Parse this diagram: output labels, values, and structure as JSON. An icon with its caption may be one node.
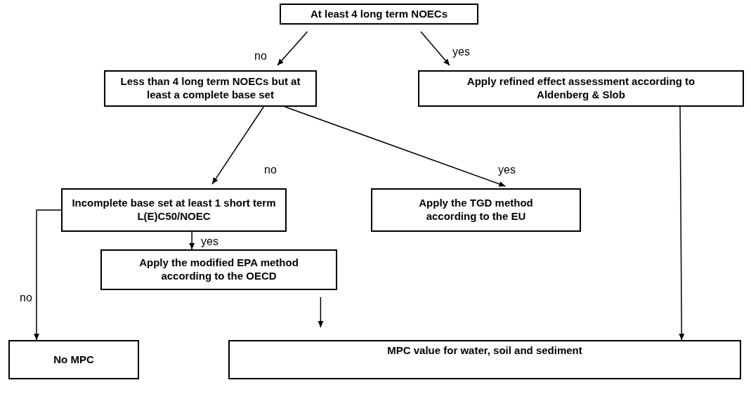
{
  "diagram": {
    "nodes": [
      {
        "text": [
          "At least 4 long term NOECs"
        ]
      },
      {
        "text": [
          "Less than 4 long term NOECs but at least a complete base set"
        ]
      },
      {
        "text": [
          "Apply refined effect assessment according to Aldenberg & Slob"
        ]
      },
      {
        "text": [
          "Incomplete base set at least 1 short term L(E)C50/NOEC"
        ]
      },
      {
        "text": [
          "Apply the TGD method according to the EU"
        ]
      },
      {
        "text": [
          "Apply the modified EPA method according to the OECD"
        ]
      },
      {
        "text": [
          "No MPC"
        ]
      },
      {
        "text": [
          "MPC value for water, soil and sediment"
        ]
      }
    ],
    "edges": [
      {
        "from": 0,
        "to": 1,
        "arrow": "to",
        "label": "no"
      },
      {
        "from": 0,
        "to": 2,
        "arrow": "to",
        "label": "yes"
      },
      {
        "from": 1,
        "to": 3,
        "arrow": "to",
        "label": "no"
      },
      {
        "from": 1,
        "to": 4,
        "arrow": "to",
        "label": "yes"
      },
      {
        "from": 3,
        "to": 5,
        "arrow": "to",
        "label": "yes"
      },
      {
        "from": 3,
        "to": 6,
        "arrow": "to",
        "label": "no"
      },
      {
        "from": 5,
        "to": 7,
        "arrow": "to"
      },
      {
        "from": 2,
        "to": 7,
        "arrow": "to"
      }
    ]
  }
}
